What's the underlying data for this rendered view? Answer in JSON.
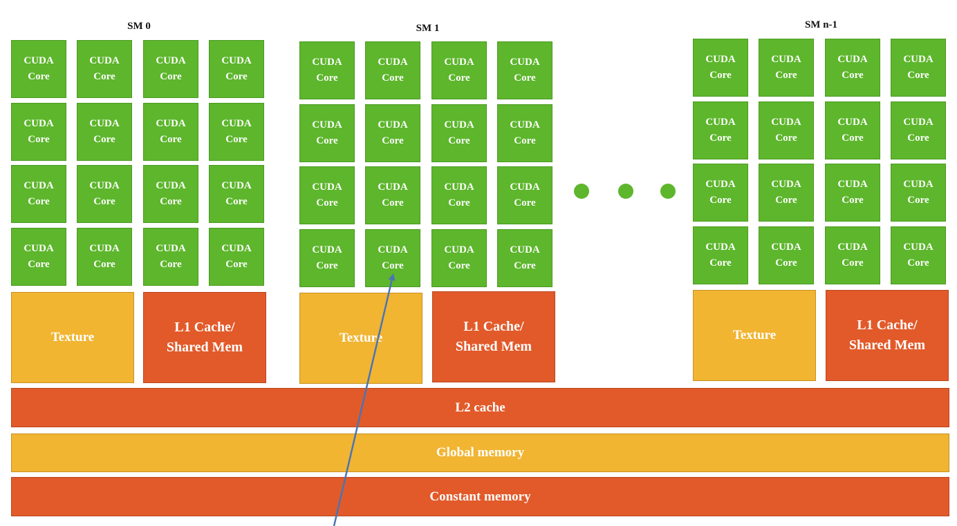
{
  "core_label": {
    "line1": "CUDA",
    "line2": "Core"
  },
  "sms": [
    {
      "title": "SM 0",
      "texture": "Texture",
      "l1_line1": "L1 Cache/",
      "l1_line2": "Shared Mem"
    },
    {
      "title": "SM 1",
      "texture": "Texture",
      "l1_line1": "L1 Cache/",
      "l1_line2": "Shared Mem"
    },
    {
      "title": "SM n-1",
      "texture": "Texture",
      "l1_line1": "L1 Cache/",
      "l1_line2": "Shared Mem"
    }
  ],
  "memory": {
    "l2": "L2 cache",
    "global": "Global memory",
    "constant": "Constant memory"
  },
  "colors": {
    "core": "#5db62c",
    "texture": "#f1b532",
    "l1": "#e25a2a",
    "arrow": "#4a74b4"
  }
}
